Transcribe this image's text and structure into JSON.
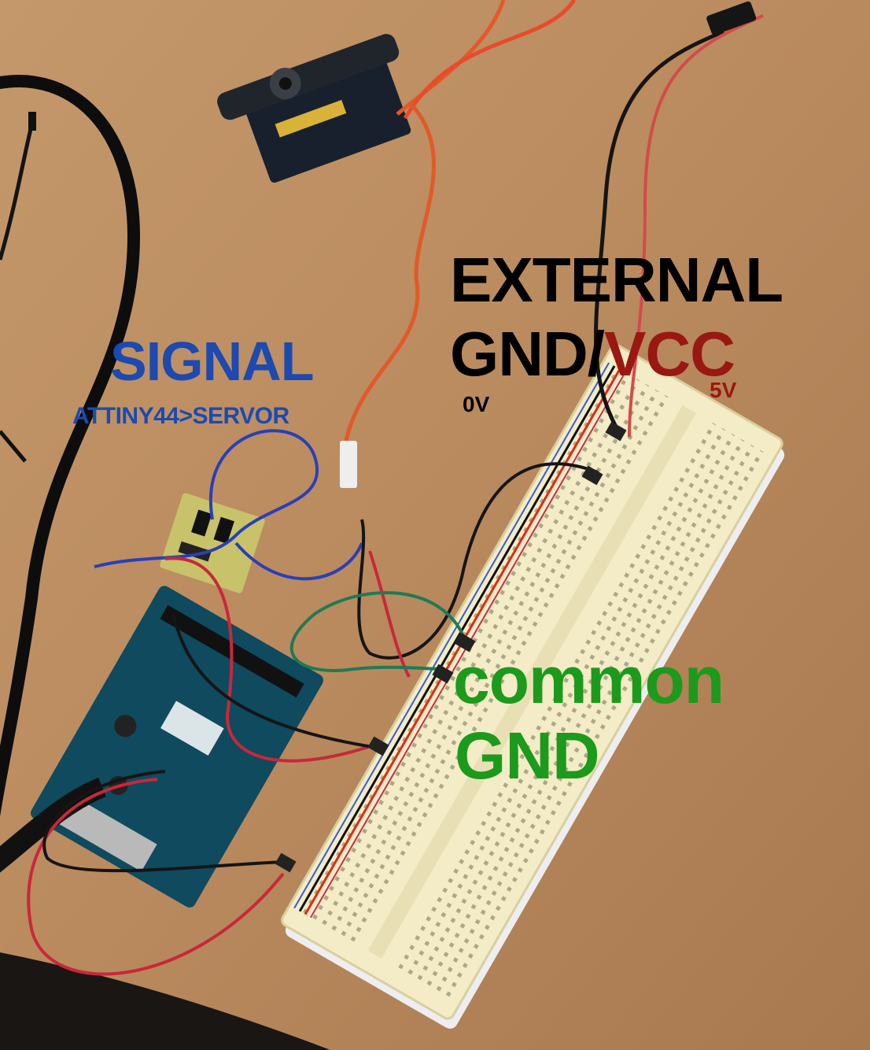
{
  "labels": {
    "external": "EXTERNAL",
    "gnd_slash": "GND/",
    "vcc": "VCC",
    "zero_v": "0V",
    "five_v": "5V",
    "signal": "SIGNAL",
    "signal_path": "ATTINY44>SERVOR",
    "common": "common",
    "common_gnd": "GND"
  },
  "colors": {
    "gnd_text": "#000000",
    "vcc_text": "#9a1812",
    "signal_text": "#1c4ab0",
    "common_text": "#1c9a1c",
    "table": "#b98a5e",
    "breadboard": "#f3ecc6",
    "wire_red": "#c8283a",
    "wire_black": "#151515",
    "wire_blue": "#2a3fb8",
    "wire_green": "#1f7a55",
    "wire_orange": "#e2592a"
  },
  "photo_objects": [
    "servo motor",
    "ATtiny44 board",
    "Arduino Uno",
    "breadboard",
    "jumper wires"
  ]
}
